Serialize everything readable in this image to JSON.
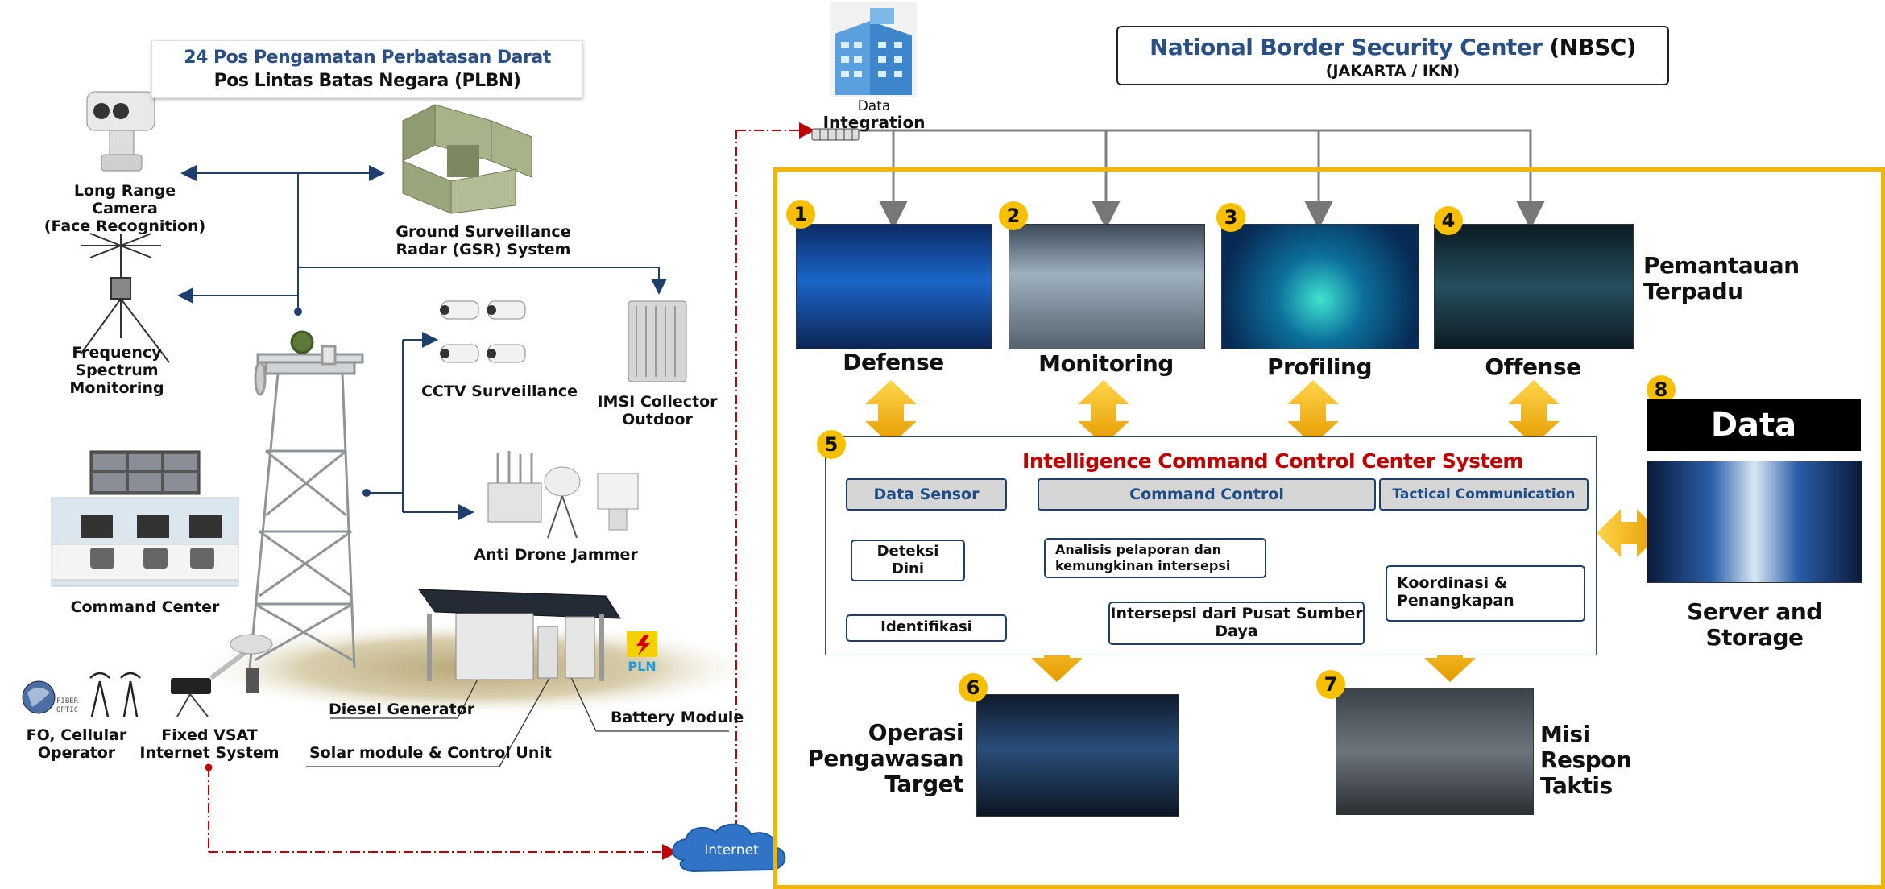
{
  "left": {
    "title_line1": "24 Pos Pengamatan Perbatasan Darat",
    "title_line2": "Pos Lintas Batas Negara (PLBN)",
    "camera": [
      "Long Range Camera",
      "(Face Recognition)"
    ],
    "gsr": [
      "Ground Surveillance",
      "Radar (GSR) System"
    ],
    "freq": [
      "Frequency",
      "Spectrum",
      "Monitoring"
    ],
    "cctv": "CCTV Surveillance",
    "imsi": [
      "IMSI Collector",
      "Outdoor"
    ],
    "jammer": "Anti Drone Jammer",
    "command_center": "Command Center",
    "fo": [
      "FO, Cellular",
      "Operator"
    ],
    "fiber_text": [
      "FIBER",
      "OPTIC"
    ],
    "vsat": [
      "Fixed VSAT",
      "Internet System"
    ],
    "diesel": "Diesel Generator",
    "solar": "Solar module & Control Unit",
    "battery": "Battery Module",
    "pln": "PLN",
    "internet": "Internet"
  },
  "integration": {
    "line1": "Data",
    "line2": "Integration"
  },
  "nbsc": {
    "title": "National Border Security Center",
    "abbr": "(NBSC)",
    "subtitle": "(JAKARTA / IKN)"
  },
  "modules": [
    {
      "num": "1",
      "label": "Defense"
    },
    {
      "num": "2",
      "label": "Monitoring"
    },
    {
      "num": "3",
      "label": "Profiling"
    },
    {
      "num": "4",
      "label": "Offense"
    }
  ],
  "pemantauan": [
    "Pemantauan",
    "Terpadu"
  ],
  "icccs": {
    "num": "5",
    "title": "Intelligence Command Control Center System",
    "headers": [
      "Data Sensor",
      "Command Control",
      "Tactical Communication"
    ],
    "deteksi": [
      "Deteksi",
      "Dini"
    ],
    "identifikasi": "Identifikasi",
    "analisis": [
      "Analisis pelaporan dan",
      "kemungkinan intersepsi"
    ],
    "intersepsi": [
      "Intersepsi dari Pusat Sumber",
      "Daya"
    ],
    "koordinasi": [
      "Koordinasi &",
      "Penangkapan"
    ]
  },
  "operasi": {
    "num": "6",
    "lines": [
      "Operasi",
      "Pengawasan",
      "Target"
    ]
  },
  "misi": {
    "num": "7",
    "lines": [
      "Misi",
      "Respon",
      "Taktis"
    ]
  },
  "datacenter": {
    "num": "8",
    "title": "Data Center",
    "caption": "Server and Storage"
  },
  "colors": {
    "accent_yellow": "#f2b600",
    "navy": "#1e3f6e",
    "red": "#c00000",
    "title_blue": "#2a4f85"
  }
}
